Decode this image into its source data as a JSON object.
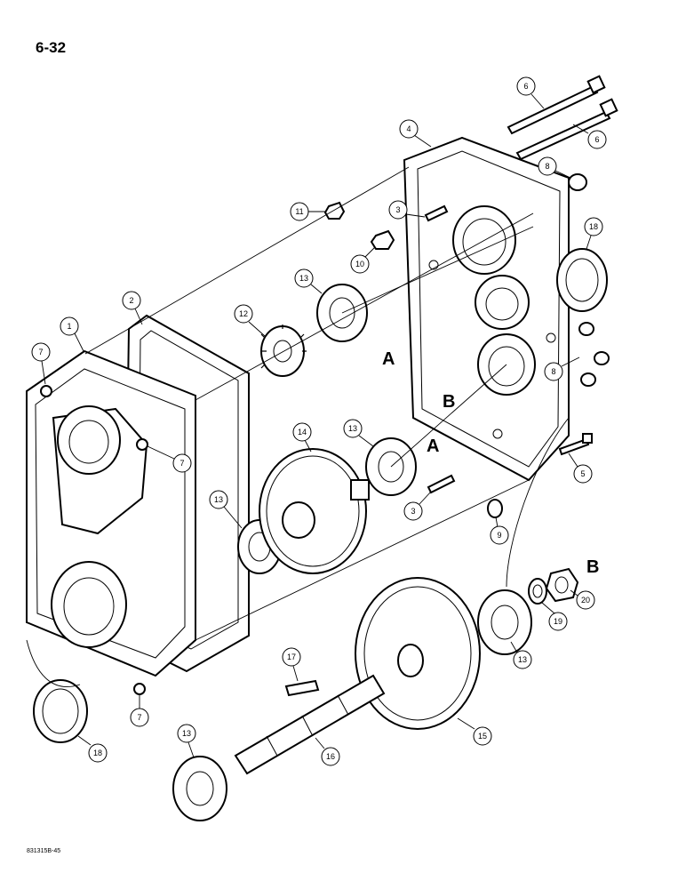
{
  "page_number": "6-32",
  "drawing_code": "831315B-45",
  "callouts": [
    "1",
    "2",
    "3",
    "3",
    "4",
    "5",
    "6",
    "6",
    "7",
    "7",
    "7",
    "8",
    "8",
    "9",
    "10",
    "11",
    "12",
    "13",
    "13",
    "13",
    "13",
    "13",
    "14",
    "15",
    "16",
    "17",
    "18",
    "18",
    "19",
    "20"
  ],
  "letters": {
    "a": "A",
    "b": "B"
  }
}
